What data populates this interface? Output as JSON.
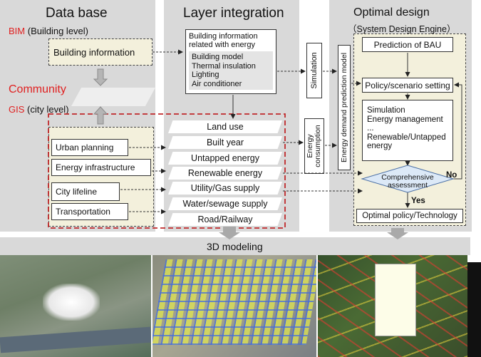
{
  "database": {
    "title": "Data base",
    "bim_prefix": "BIM",
    "bim_suffix": " (Building level)",
    "building_information": "Building information",
    "community": "Community",
    "gis_prefix": "GIS",
    "gis_suffix": " (city level)",
    "items": [
      "Urban planning",
      "Energy infrastructure",
      "City lifeline",
      "Transportation"
    ]
  },
  "layer_integration": {
    "title": "Layer integration",
    "building_info_heading": "Building information related with energy",
    "building_info_items": [
      "Building model",
      "Thermal insulation",
      "Lighting",
      "Air conditioner"
    ],
    "layers": [
      "Land use",
      "Built year",
      "Untapped energy",
      "Renewable energy",
      "Utility/Gas supply",
      "Water/sewage supply",
      "Road/Railway"
    ]
  },
  "middle": {
    "simulation": "Simulation",
    "energy_consumption": "Energy consumption",
    "energy_model": "Energy demand prediction model"
  },
  "optimal_design": {
    "title": "Optimal design",
    "subtitle": "（System Design Engine）",
    "prediction": "Prediction of BAU",
    "policy": "Policy/scenario setting",
    "sim_lines": [
      "Simulation",
      "Energy management",
      "...",
      "Renewable/Untapped",
      "energy"
    ],
    "assessment": "Comprehensive assessment",
    "no": "No",
    "yes": "Yes",
    "optimal": "Optimal policy/Technology"
  },
  "modeling": {
    "title": "3D modeling"
  },
  "colors": {
    "panel": "#d9d9d9",
    "red_accent": "#e02020",
    "dashed_red": "#c0282a",
    "diamond": "#dce9f7"
  }
}
